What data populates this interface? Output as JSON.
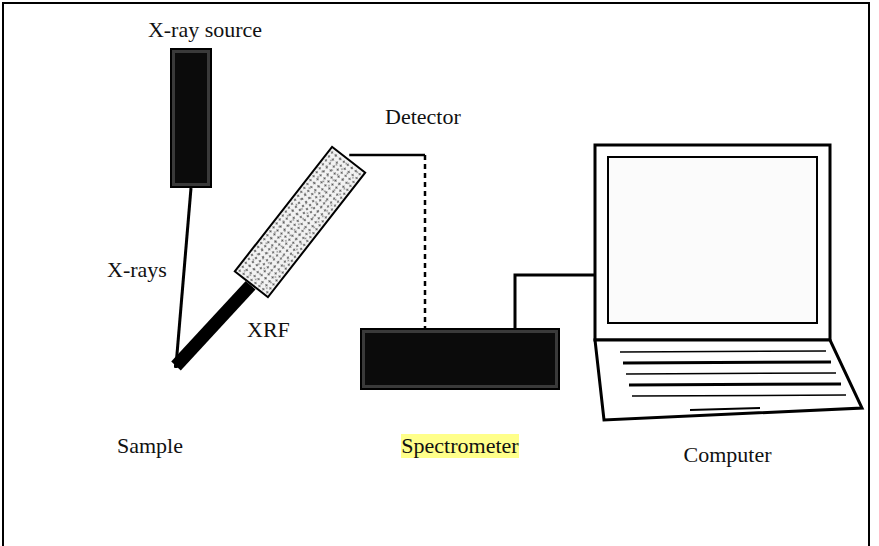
{
  "diagram": {
    "nodes": [
      {
        "text": [
          "X-ray source"
        ]
      },
      {
        "text": [
          "Sample"
        ]
      },
      {
        "text": [
          "Detector"
        ]
      },
      {
        "text": [
          "Spectrometer"
        ]
      },
      {
        "text": [
          "Computer"
        ]
      }
    ],
    "edges": [
      {
        "from": 0,
        "to": 1,
        "label": "X-rays",
        "arrow": "none"
      },
      {
        "from": 1,
        "to": 2,
        "label": "XRF",
        "arrow": "none"
      },
      {
        "from": 2,
        "to": 3,
        "arrow": "none"
      },
      {
        "from": 3,
        "to": 4,
        "arrow": "none"
      }
    ]
  }
}
